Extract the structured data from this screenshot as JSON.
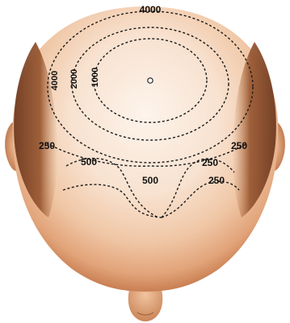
{
  "figure": {
    "type": "scalp hair-density contour map (top view of head)",
    "colors": {
      "skin_light": "#fbeee2",
      "skin_mid": "#f1c8a8",
      "skin_dark": "#d2895a",
      "hair": "#8a4a2a",
      "contour_line": "#1a1a1a"
    },
    "labels": {
      "top_4000": "4000",
      "vertical_4000": "4000",
      "vertical_2000": "2000",
      "vertical_1000": "1000",
      "left_250": "250",
      "right_250": "250",
      "left_500": "500",
      "center_500": "500",
      "right_250_upper": "250",
      "right_250_lower": "250"
    }
  }
}
